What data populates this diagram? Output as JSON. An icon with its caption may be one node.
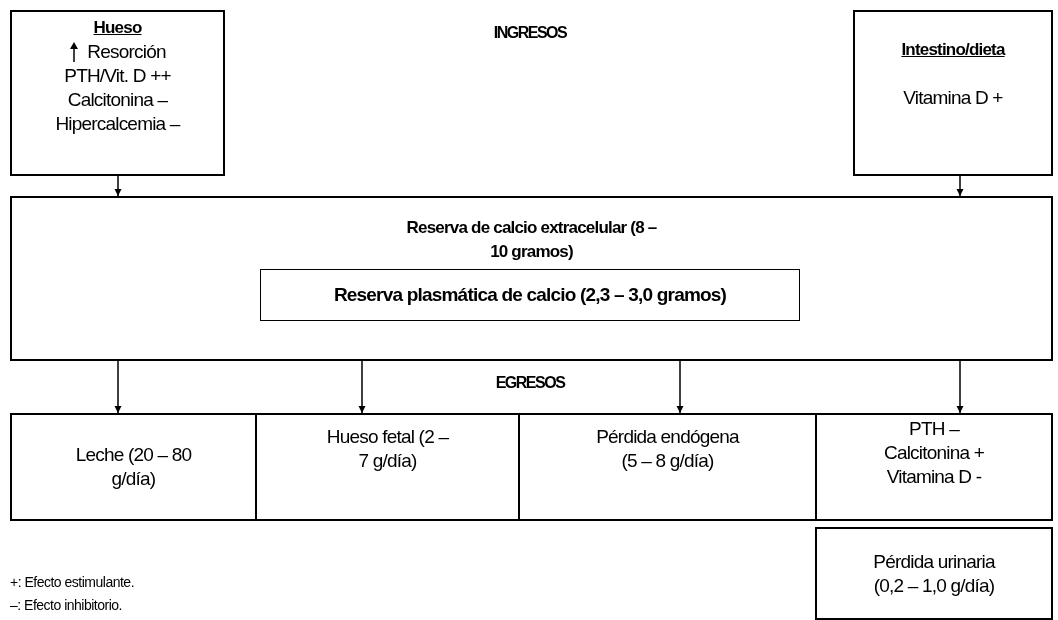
{
  "diagram": {
    "nodes": [
      {
        "text": [
          "Hueso",
          "Resorción",
          "PTH/Vit. D ++",
          "Calcitonina –",
          "Hipercalcemia –"
        ]
      },
      {
        "text": [
          "Intestino/dieta",
          "Vitamina D +"
        ]
      },
      {
        "text": [
          "Reserva de calcio extracelular (8 – 10 gramos)"
        ]
      },
      {
        "text": [
          "Reserva plasmática de calcio (2,3 – 3,0 gramos)"
        ],
        "in": 2
      },
      {
        "text": [
          "Leche (20 – 80 g/día)"
        ]
      },
      {
        "text": [
          "Hueso fetal (2 – 7 g/día)"
        ]
      },
      {
        "text": [
          "Pérdida endógena (5 – 8 g/día)"
        ]
      },
      {
        "text": [
          "PTH – Calcitonina + Vitamina D -"
        ]
      },
      {
        "text": [
          "Pérdida urinaria (0,2 – 1,0 g/día)"
        ]
      }
    ],
    "edges": [
      {
        "from": 0,
        "to": 2,
        "arrow": "to"
      },
      {
        "from": 1,
        "to": 2,
        "arrow": "to"
      },
      {
        "from": 2,
        "to": 4,
        "arrow": "to"
      },
      {
        "from": 2,
        "to": 5,
        "arrow": "to"
      },
      {
        "from": 2,
        "to": 6,
        "arrow": "to"
      },
      {
        "from": 2,
        "to": 7,
        "arrow": "to"
      }
    ],
    "labels": [
      "INGRESOS",
      "EGRESOS",
      "+: Efecto estimulante.",
      "–: Efecto inhibitorio."
    ]
  }
}
